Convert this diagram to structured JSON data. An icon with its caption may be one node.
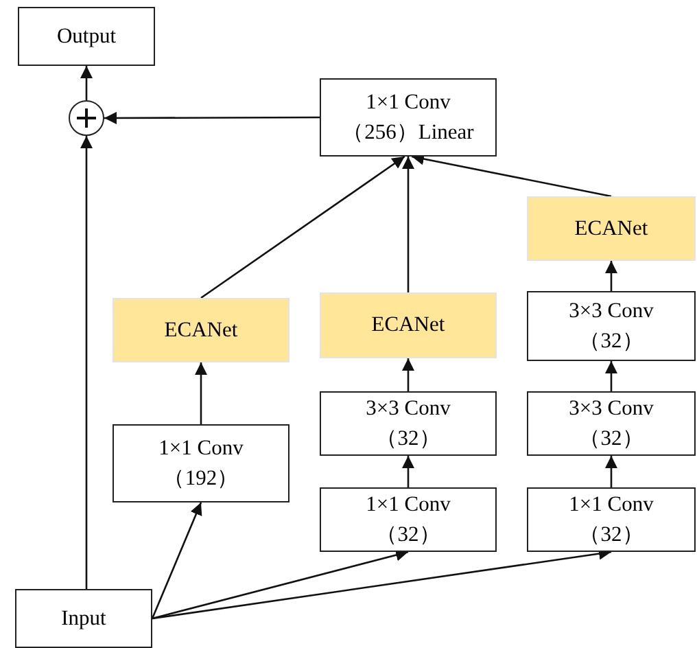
{
  "diagram": {
    "nodes": [
      {
        "text": [
          "Output"
        ]
      },
      {
        "text": [],
        "shape": "circle"
      },
      {
        "text": [
          "1×1 Conv （256）Linear"
        ]
      },
      {
        "text": [
          "ECANet"
        ]
      },
      {
        "text": [
          "ECANet"
        ]
      },
      {
        "text": [
          "ECANet"
        ]
      },
      {
        "text": [
          "3×3 Conv （32）"
        ]
      },
      {
        "text": [
          "1×1 Conv （192）"
        ]
      },
      {
        "text": [
          "3×3 Conv （32）"
        ]
      },
      {
        "text": [
          "3×3 Conv （32）"
        ]
      },
      {
        "text": [
          "1×1 Conv （32）"
        ]
      },
      {
        "text": [
          "1×1 Conv （32）"
        ]
      },
      {
        "text": [
          "Input"
        ]
      }
    ],
    "edges": [
      {
        "from": 12,
        "to": 1,
        "arrow": "to"
      },
      {
        "from": 1,
        "to": 0,
        "arrow": "to"
      },
      {
        "from": 2,
        "to": 1,
        "arrow": "to"
      },
      {
        "from": 4,
        "to": 2,
        "arrow": "to"
      },
      {
        "from": 5,
        "to": 2,
        "arrow": "to"
      },
      {
        "from": 3,
        "to": 2,
        "arrow": "to"
      },
      {
        "from": 7,
        "to": 4,
        "arrow": "to"
      },
      {
        "from": 8,
        "to": 5,
        "arrow": "to"
      },
      {
        "from": 10,
        "to": 8,
        "arrow": "to"
      },
      {
        "from": 6,
        "to": 3,
        "arrow": "to"
      },
      {
        "from": 9,
        "to": 6,
        "arrow": "to"
      },
      {
        "from": 11,
        "to": 9,
        "arrow": "to"
      },
      {
        "from": 12,
        "to": 7,
        "arrow": "to"
      },
      {
        "from": 12,
        "to": 10,
        "arrow": "to"
      },
      {
        "from": 12,
        "to": 11,
        "arrow": "to"
      }
    ]
  }
}
